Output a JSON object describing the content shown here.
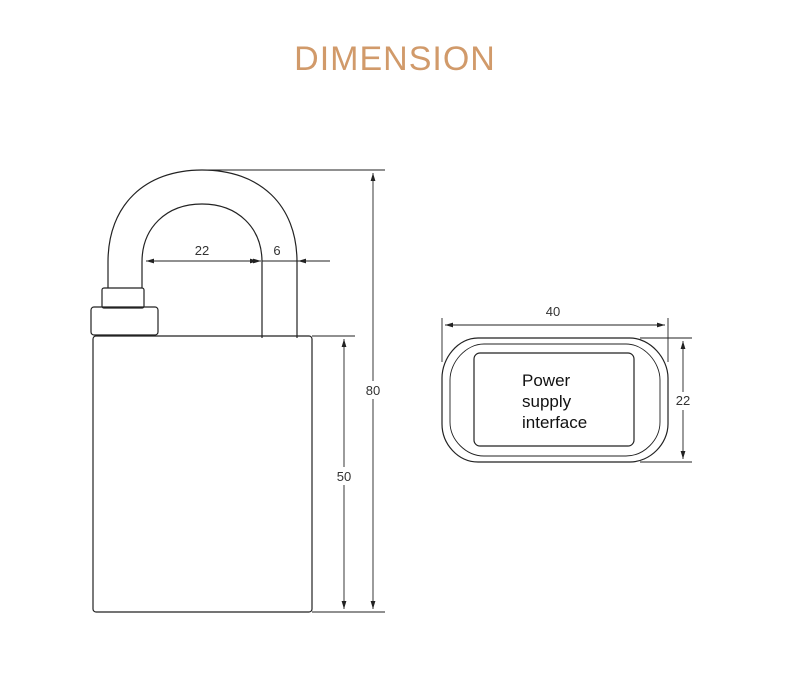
{
  "title": "DIMENSION",
  "dimensions": {
    "shackle_inner_width": "22",
    "shackle_thickness": "6",
    "total_height": "80",
    "body_height": "50",
    "port_width": "40",
    "port_height": "22"
  },
  "port_label": {
    "line1": "Power",
    "line2": "supply",
    "line3": "interface"
  },
  "colors": {
    "title": "#d19a6a",
    "lines": "#222222"
  }
}
